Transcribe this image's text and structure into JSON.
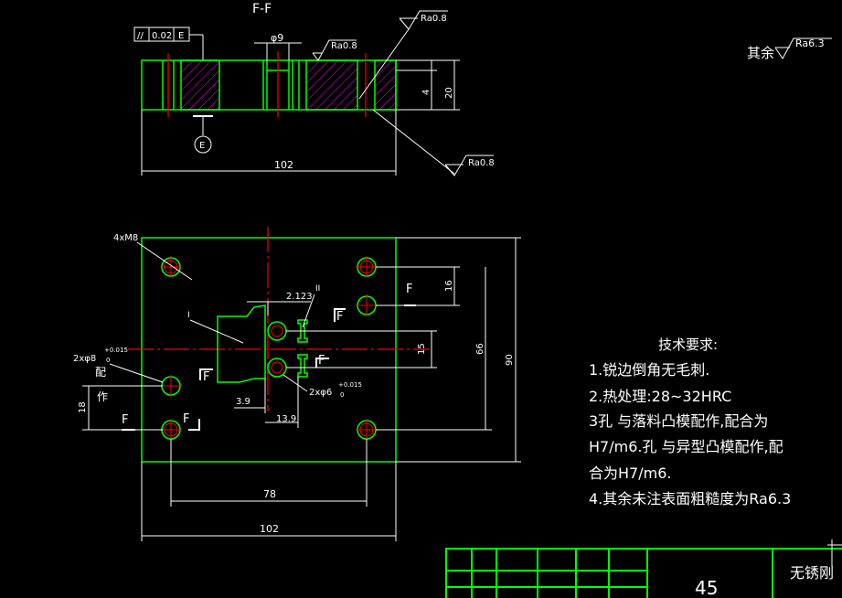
{
  "colors": {
    "outline": "#00ff00",
    "dimension": "#ffffff",
    "centerline": "#ff0000",
    "hatch": "#ff00ff",
    "text": "#ffffff",
    "background": "#000000"
  },
  "section_view": {
    "title": "F-F",
    "flatness": {
      "symbol": "//",
      "value": "0.02",
      "datum": "E"
    },
    "datum_label": "E",
    "hole_dia": "φ9",
    "roughness_top1": "Ra0.8",
    "roughness_top2": "Ra0.8",
    "roughness_bottom": "Ra0.8",
    "depth_dim": "4",
    "height_dim": "20",
    "width_dim": "102"
  },
  "rest_roughness": {
    "prefix": "其余",
    "value": "Ra6.3"
  },
  "plan_view": {
    "thread_label": "4xM8",
    "dim_2123": "2.123",
    "label_I": "I",
    "label_II": "II",
    "section_F": "F",
    "dia8": "2xφ8",
    "dia8_tol_upper": "+0.015",
    "dia8_tol_lower": "0",
    "pei": "配",
    "zuo": "作",
    "dia6": "2xφ6",
    "dia6_tol_upper": "+0.015",
    "dia6_tol_lower": "0",
    "dim_39": "3.9",
    "dim_139": "13.9",
    "dim_18": "18",
    "dim_16": "16",
    "dim_15": "15",
    "dim_66": "66",
    "dim_90": "90",
    "dim_78": "78",
    "dim_102": "102"
  },
  "tech_requirements": {
    "title": "技术要求:",
    "items": [
      "1.锐边倒角无毛刺.",
      "2.热处理:28~32HRC",
      "3孔  与落料凸模配作,配合为",
      "H7/m6.孔   与异型凸模配作,配",
      "合为H7/m6.",
      "4.其余未注表面粗糙度为Ra6.3"
    ]
  },
  "title_block": {
    "material_code": "45",
    "material_partial": "无锈刚"
  }
}
